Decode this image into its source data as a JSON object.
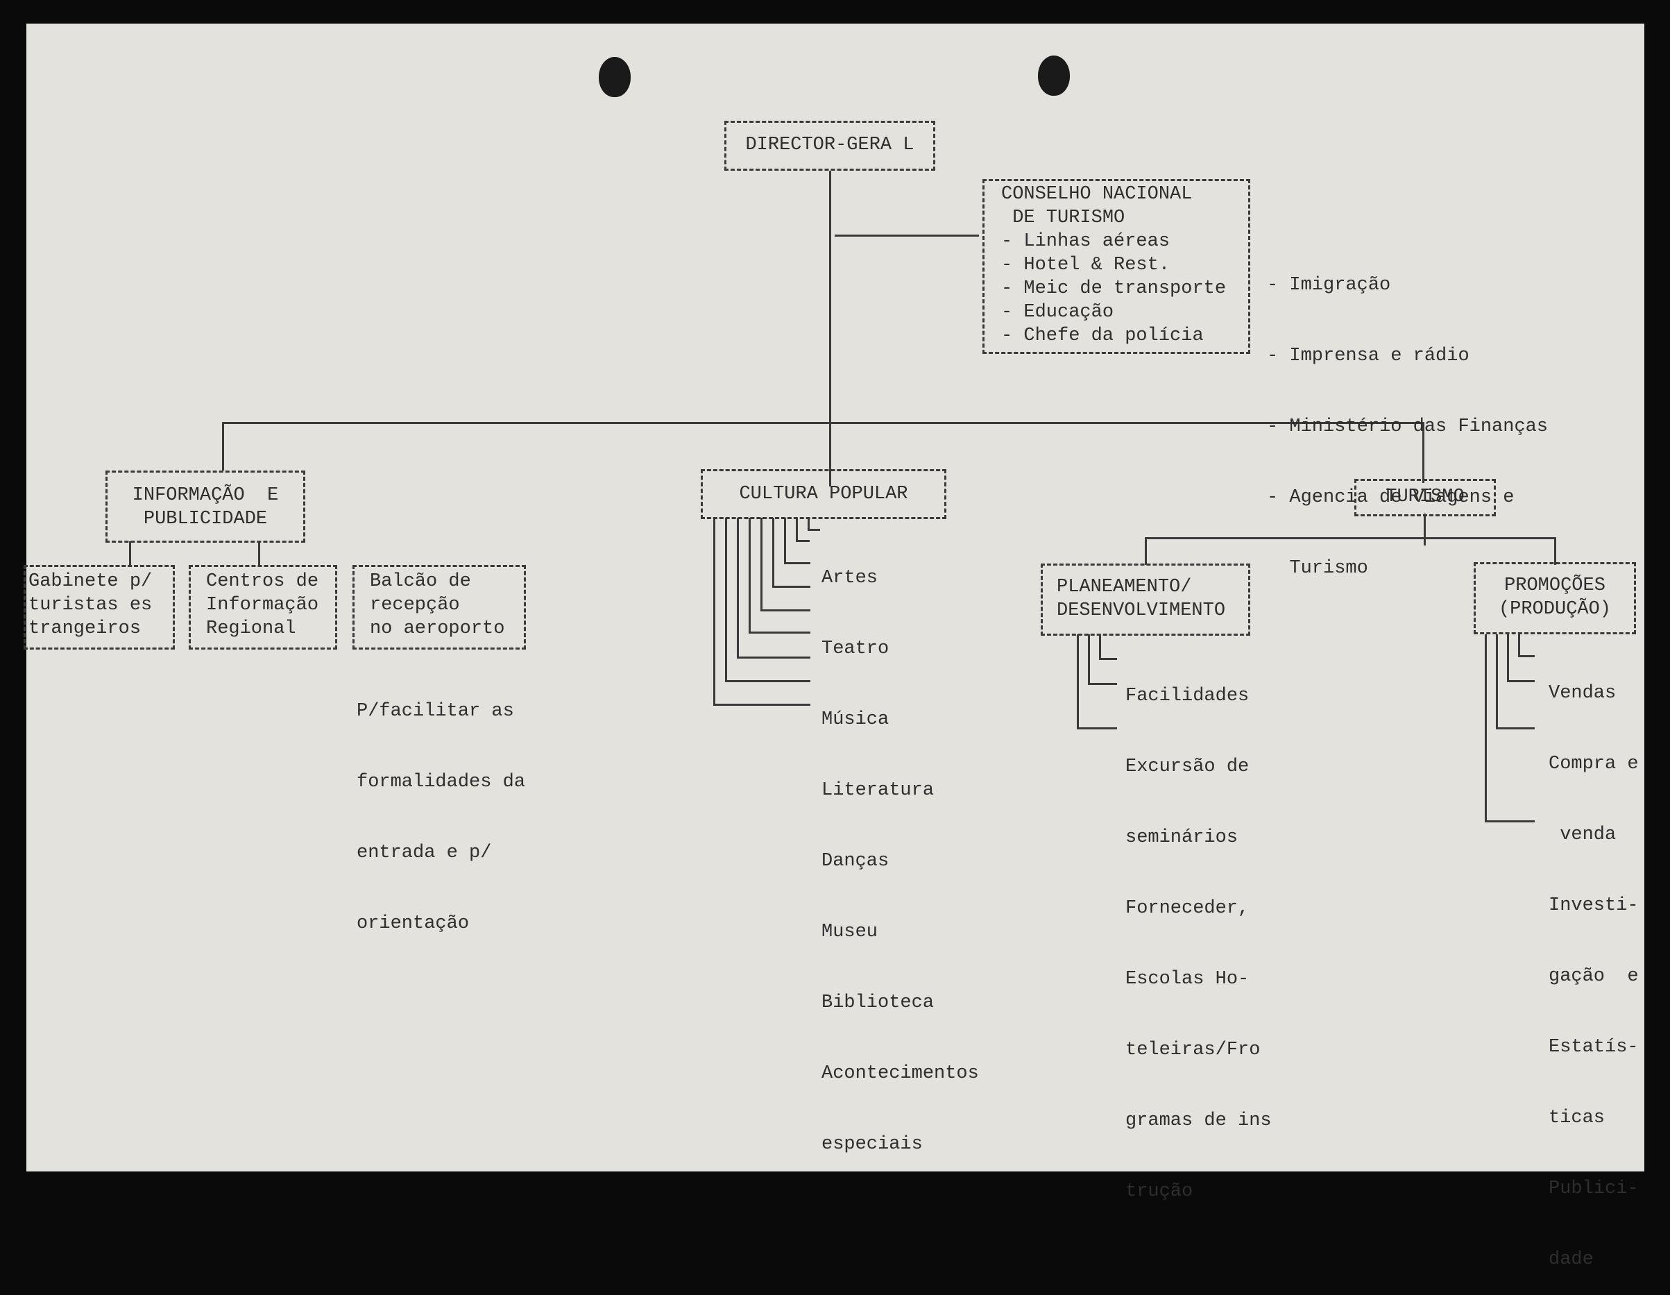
{
  "director": "DIRECTOR-GERA L",
  "conselho": {
    "title": [
      "CONSELHO NACIONAL",
      " DE TURISMO"
    ],
    "items": [
      "- Linhas aéreas",
      "- Hotel & Rest.",
      "- Meic de transporte",
      "- Educação",
      "- Chefe da polícia"
    ],
    "extra": [
      "- Imigração",
      "- Imprensa e rádio",
      "- Ministério das Finanças",
      "- Agencia de Viagens e",
      "  Turismo"
    ]
  },
  "informacao": {
    "title": [
      "INFORMAÇÃO  E",
      "PUBLICIDADE"
    ],
    "gabinete": [
      "Gabinete p/",
      "turistas es",
      "trangeiros"
    ],
    "centros": [
      "Centros de",
      "Informação",
      "Regional"
    ],
    "balcao": [
      "Balcão de",
      "recepção",
      "no aeroporto"
    ],
    "balcao_note": [
      "P/facilitar as",
      "formalidades da",
      "entrada e p/",
      "orientação"
    ]
  },
  "cultura": {
    "title": "CULTURA POPULAR",
    "items": [
      "Artes",
      "Teatro",
      "Música",
      "Literatura",
      "Danças",
      "Museu",
      "Biblioteca",
      "Acontecimentos",
      "especiais"
    ]
  },
  "turismo": {
    "title": "TURISMO",
    "planeamento": {
      "title": [
        "PLANEAMENTO/",
        "DESENVOLVIMENTO"
      ],
      "items": [
        "Facilidades",
        "Excursão de",
        "seminários",
        "Forneceder,",
        "Escolas Ho-",
        "teleiras/Fro",
        "gramas de ins",
        "trução"
      ]
    },
    "promocoes": {
      "title": [
        "PROMOÇÕES",
        "(PRODUÇÃO)"
      ],
      "items": [
        "Vendas",
        "Compra e",
        " venda",
        "Investi-",
        "gação  e",
        "Estatís-",
        "ticas",
        "Publici-",
        "dade"
      ]
    }
  }
}
